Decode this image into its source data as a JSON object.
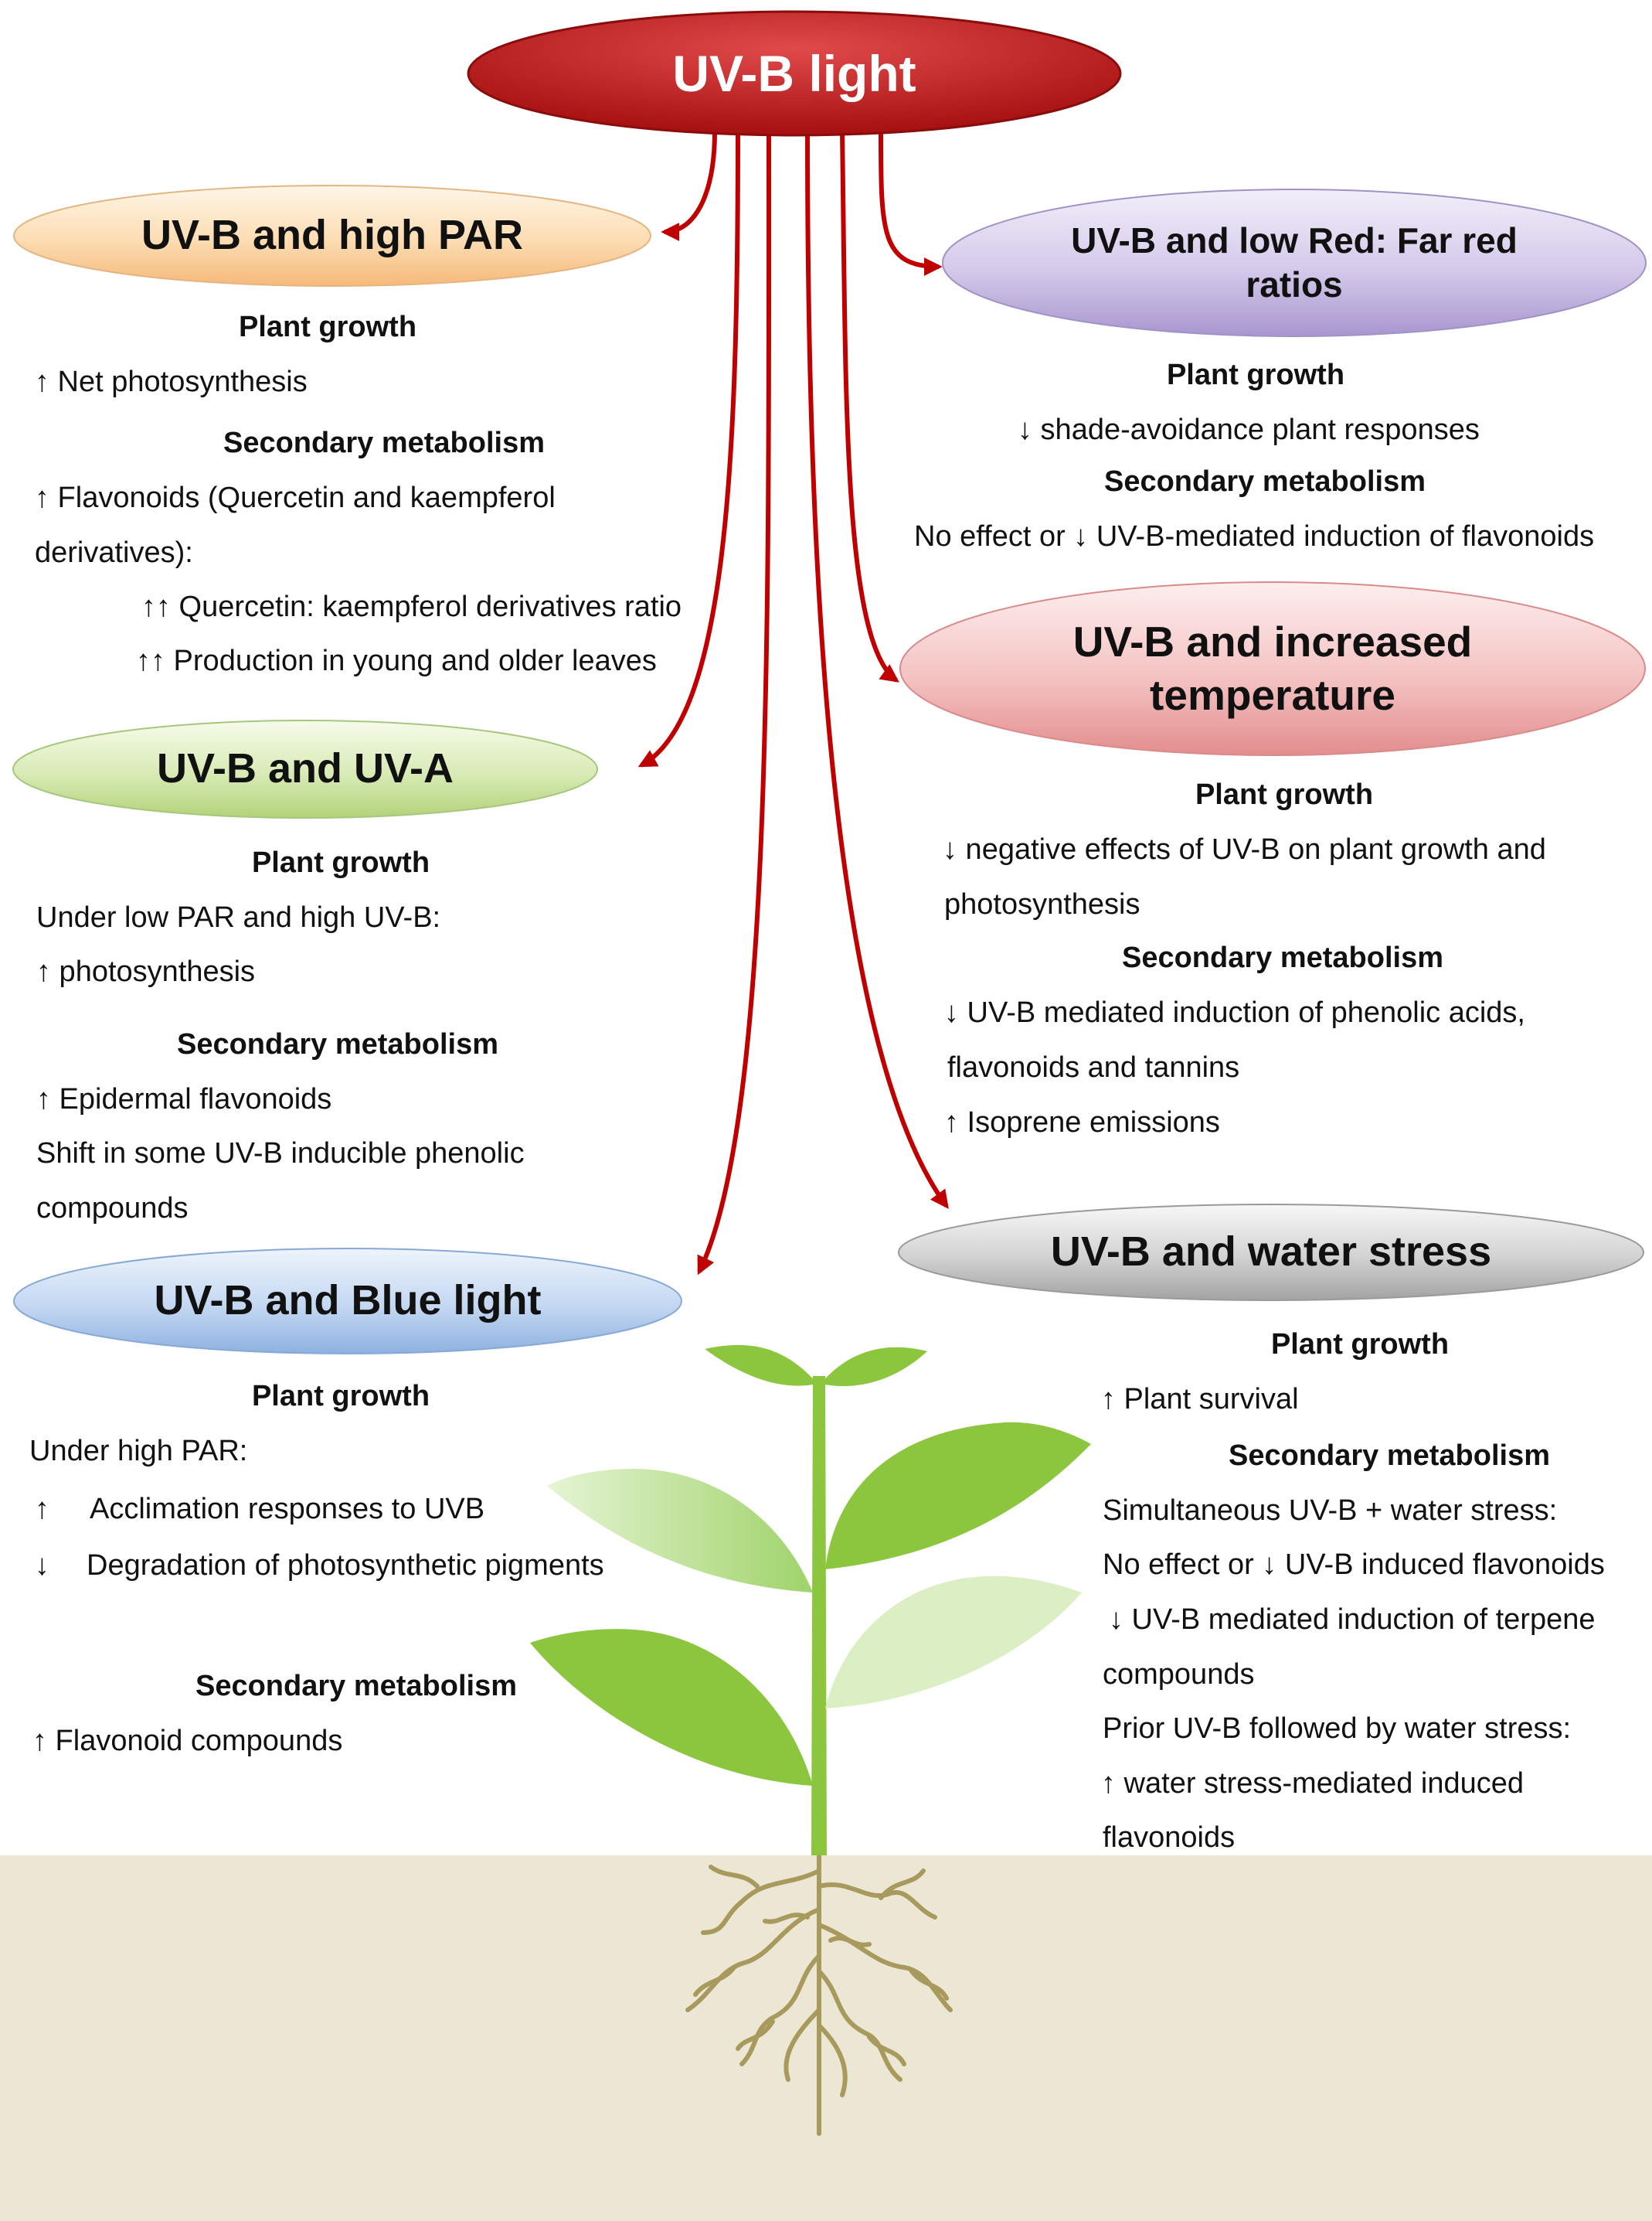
{
  "root": {
    "label": "UV-B light"
  },
  "panels": {
    "par": {
      "title": "UV-B and high PAR",
      "growth_heading": "Plant growth",
      "growth": [
        "↑ Net photosynthesis"
      ],
      "meta_heading": "Secondary metabolism",
      "meta": [
        "↑ Flavonoids (Quercetin and kaempferol",
        "derivatives):",
        "↑↑ Quercetin: kaempferol derivatives ratio",
        "↑↑ Production in young and older leaves"
      ],
      "color": "#f9c98f"
    },
    "uva": {
      "title": "UV-B and UV-A",
      "growth_heading": "Plant growth",
      "growth": [
        "Under low PAR and high UV-B:",
        "↑ photosynthesis"
      ],
      "meta_heading": "Secondary metabolism",
      "meta": [
        "↑ Epidermal flavonoids",
        "Shift in some UV-B inducible phenolic",
        "compounds"
      ],
      "color": "#c3dc92"
    },
    "blue": {
      "title": "UV-B and Blue light",
      "growth_heading": "Plant growth",
      "growth": [
        "Under high PAR:",
        "↑",
        "Acclimation responses to UVB",
        "↓",
        "Degradation of photosynthetic pigments"
      ],
      "meta_heading": "Secondary metabolism",
      "meta": [
        "↑ Flavonoid compounds"
      ],
      "color": "#a4c2e8"
    },
    "redfar": {
      "title": "UV-B and low Red: Far red ratios",
      "growth_heading": "Plant growth",
      "growth": [
        "↓ shade-avoidance plant responses"
      ],
      "meta_heading": "Secondary metabolism",
      "meta": [
        "No effect or ↓ UV-B-mediated induction of flavonoids"
      ],
      "color": "#b7a6d6"
    },
    "temp": {
      "title": "UV-B and increased temperature",
      "growth_heading": "Plant growth",
      "growth": [
        "↓ negative effects of UV-B on plant growth and",
        "photosynthesis"
      ],
      "meta_heading": "Secondary metabolism",
      "meta": [
        "↓ UV-B mediated induction of phenolic acids,",
        "flavonoids and tannins",
        "↑ Isoprene emissions"
      ],
      "color": "#eda0a0"
    },
    "water": {
      "title": "UV-B and water stress",
      "growth_heading": "Plant growth",
      "growth": [
        "↑ Plant survival"
      ],
      "meta_heading": "Secondary metabolism",
      "meta": [
        "Simultaneous UV-B + water stress:",
        "No effect  or  ↓ UV-B induced flavonoids",
        "↓  UV-B mediated induction of terpene",
        "compounds",
        "Prior UV-B followed by water stress:",
        "↑ water stress-mediated induced",
        "flavonoids"
      ],
      "color": "#b5b5b5"
    }
  },
  "colors": {
    "arrow": "#c00000",
    "root": "#c62828",
    "leaf": "#8cc63f",
    "root_lines": "#a89a5c",
    "soil": "#ece6d4"
  }
}
